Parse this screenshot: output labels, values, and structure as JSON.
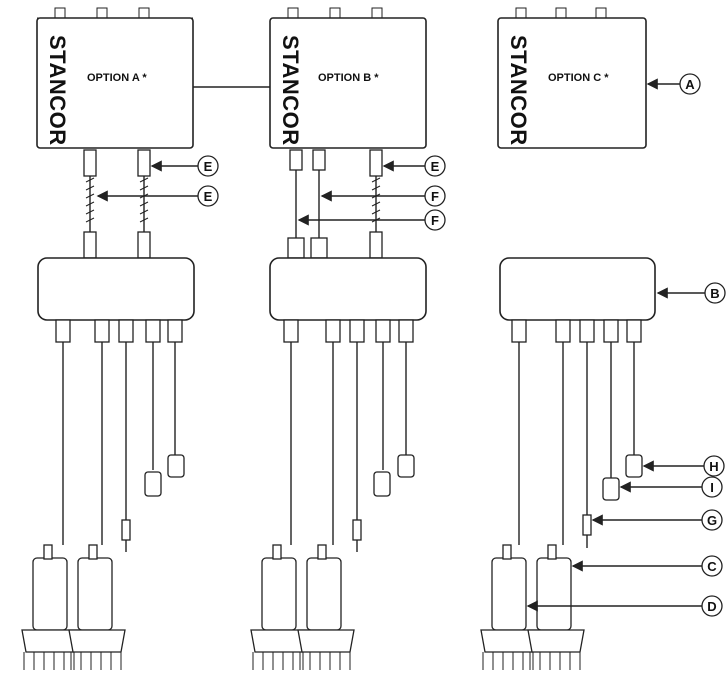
{
  "brand": "STANCOR",
  "options": [
    {
      "label": "OPTION A *"
    },
    {
      "label": "OPTION B *"
    },
    {
      "label": "OPTION C *"
    }
  ],
  "callouts": {
    "A": "A",
    "B": "B",
    "C": "C",
    "D": "D",
    "E": "E",
    "F": "F",
    "G": "G",
    "H": "H",
    "I": "I"
  },
  "colors": {
    "line": "#222222",
    "background": "#ffffff"
  }
}
